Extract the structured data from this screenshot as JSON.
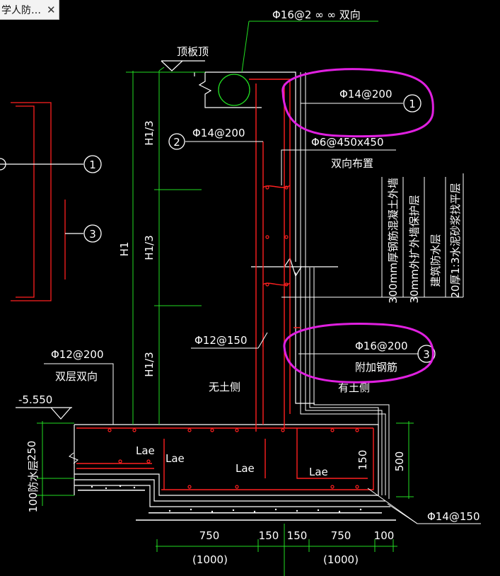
{
  "tab": {
    "title": "学人防…",
    "close_glyph": "✕"
  },
  "colors": {
    "background": "#000000",
    "text": "#ffffff",
    "rebar": "#ff2020",
    "dimension": "#22dd22",
    "highlight": "#e020e0",
    "annotation": "#ffffff"
  },
  "labels": {
    "top_slab": "顶板顶",
    "top_leader_text": "Φ16@2 ∞ ∞ 双向",
    "rebar_1": "Φ14@200",
    "rebar_2": "Φ14@200",
    "rebar_tie": "Φ6@450x450",
    "tie_note": "双向布置",
    "rebar_wall_inner": "Φ12@150",
    "rebar_3": "Φ16@200",
    "additional_bars": "附加钢筋",
    "no_soil_side": "无土侧",
    "soil_side": "有土侧",
    "bottom_rebar": "Φ12@200",
    "bottom_note": "双层双向",
    "elevation": "-5.550",
    "anchorage_1": "Lae",
    "anchorage_2": "Lae",
    "anchorage_3": "Lae",
    "anchorage_4": "Lae",
    "base_rebar": "Φ14@150",
    "waterproof_layer": "防水层"
  },
  "markers": {
    "m1": "1",
    "m2": "2",
    "m3": "3",
    "left_m1": "1",
    "left_m3": "3"
  },
  "layer_legend": [
    "300mm厚钢筋混凝土外墙",
    "30mm外扩外墙保护层",
    "建筑防水层",
    "20厚1:3水泥砂浆找平层"
  ],
  "dimensions": {
    "H1": "H1",
    "H1_third_top": "H1/3",
    "H1_third_mid": "H1/3",
    "H1_third_bottom": "H1/3",
    "d250": "250",
    "d100": "100",
    "d150_right": "150",
    "d500": "500",
    "d750_left": "750",
    "d150_a": "150",
    "d150_b": "150",
    "d750_right": "750",
    "d100_right": "100",
    "d1000_left": "(1000)",
    "d1000_right": "(1000)"
  }
}
